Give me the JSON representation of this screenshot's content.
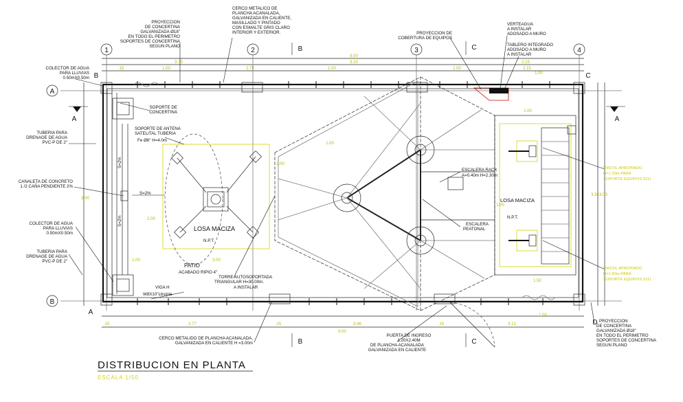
{
  "title": {
    "main": "DISTRIBUCION EN PLANTA",
    "scale": "ESCALA 1/50"
  },
  "axes": {
    "columns": [
      "1",
      "2",
      "3",
      "4"
    ],
    "rows": [
      "A",
      "B"
    ],
    "sections": [
      "A",
      "B",
      "C",
      "D"
    ]
  },
  "labels": {
    "proy_concertina_top": [
      "PROYECCION",
      "DE CONCERTINA",
      "GALVANIZADA Ø18\"",
      "EN TODO EL PERIMETRO",
      "SOPORTES DE CONCERTINA",
      "SEGUN PLANO"
    ],
    "cerco_top": [
      "CERCO METALICO DE",
      "PLANCHA ACANALADA,",
      "GALVANIZADA EN CALIENTE,",
      "MASILLADO Y PINTADO",
      "CON ESMALTE GRIS CLARO",
      "INTERIOR Y EXTERIOR."
    ],
    "proy_cobertura": [
      "PROYECCION DE",
      "COBERTURA DE EQUIPOS"
    ],
    "verteagua": [
      "VERTEAGUA",
      "A INSTALAR",
      "ADOSADO A MURO"
    ],
    "tablero": [
      "TABLERO INTEGRADO",
      "ADOSADO A MURO",
      "A INSTALAR"
    ],
    "colector_top": [
      "COLECTOR DE AGUA",
      "PARA LLUVIAS",
      "0.50mX0.50m"
    ],
    "soporte_concertina": [
      "SOPORTE DE",
      "CONCERTINA"
    ],
    "tuberia_top": [
      "TUBERIA PARA",
      "DRENAGE DE AGUA",
      "PVC-P DE 2\""
    ],
    "soporte_antena": [
      "SOPORTE DE ANTENA",
      "SATELITAL TUBERIA",
      "Fe Ø6\" H=4.0m"
    ],
    "canaleta": [
      "CANALETA DE CONCRETO",
      "1 /2 CAÑA PENDIENTE 2%"
    ],
    "colector_bottom": [
      "COLECTOR DE AGUA",
      "PARA LLUVIAS",
      "0.50mX0.50m"
    ],
    "tuberia_bottom": [
      "TUBERIA PARA",
      "DRENAGE DE AGUA",
      "PVC-P DE 2\""
    ],
    "losa_maciza_left": "LOSA MACIZA",
    "npt_left": "N.P.T.",
    "patio": [
      "PATIO",
      "ACABADO RIPIO 4\""
    ],
    "torre": [
      "TORRE AUTOSOPORTADA",
      "TRIANGULAR H=30.00m.",
      "A INSTALAR"
    ],
    "viga": [
      "VIGA H",
      "W8X10\"Lbs/pie"
    ],
    "escalera_rack": [
      "ESCALERA RACK",
      "A=0.40m H=2.30m"
    ],
    "losa_maciza_right": "LOSA MACIZA",
    "npt_right": "N.P.T.",
    "escalera_peatonal": [
      "ESCALERA",
      "PEATONAL"
    ],
    "mastil_1": [
      "MASTIL APROPIADO",
      "H=1.20m PARA",
      "SOPORTE EQUIPOS 3111"
    ],
    "mastil_2": [
      "MASTIL APROPIADO",
      "H=1.50m PARA",
      "SOPORTE EQUIPOS 3111"
    ],
    "cerco_bottom": [
      "CERCO METALIDO DE PLANCHA ACANALADA,",
      "GALVANIZADA EN CALIENTE H =3.00m"
    ],
    "puerta": [
      "PUERTA DE INGRESO",
      "1.20X2.40M",
      "DE PLANCHA ACANALADA",
      "GALVANIZADA EN CALIENTE"
    ],
    "proy_concertina_bottom": [
      "PROYECCION",
      "DE CONCERTINA",
      "GALVANIZADA Ø18\"",
      "EN TODO EL PERIMETRO",
      "SOPORTES DE CONCERTINA",
      "SEGUN PLANO"
    ],
    "slope": "S=2%"
  },
  "dimensions": {
    "top_total": "9.00",
    "top_sub": [
      "3.75",
      "3.10",
      "2.15"
    ],
    "top_row": [
      ".15",
      "1.00",
      "2.75",
      "1.00",
      "1.00",
      "2.15",
      "1.00"
    ],
    "bottom_row": [
      ".15",
      "2.77",
      ".15",
      "3.46",
      ".15",
      "3.12",
      "1.00"
    ],
    "bottom_total": "9.00",
    "right": [
      "3.35",
      "3.00"
    ],
    "left": [
      "3.00"
    ],
    "inner": [
      "2.00",
      "3.00",
      "1.00",
      "2.00",
      "1.00",
      "1.50",
      "1.00",
      "1.00"
    ]
  },
  "colors": {
    "line": "#111111",
    "yellow": "#d4d400",
    "grey": "#7a7a7a",
    "red": "#cc0000"
  }
}
